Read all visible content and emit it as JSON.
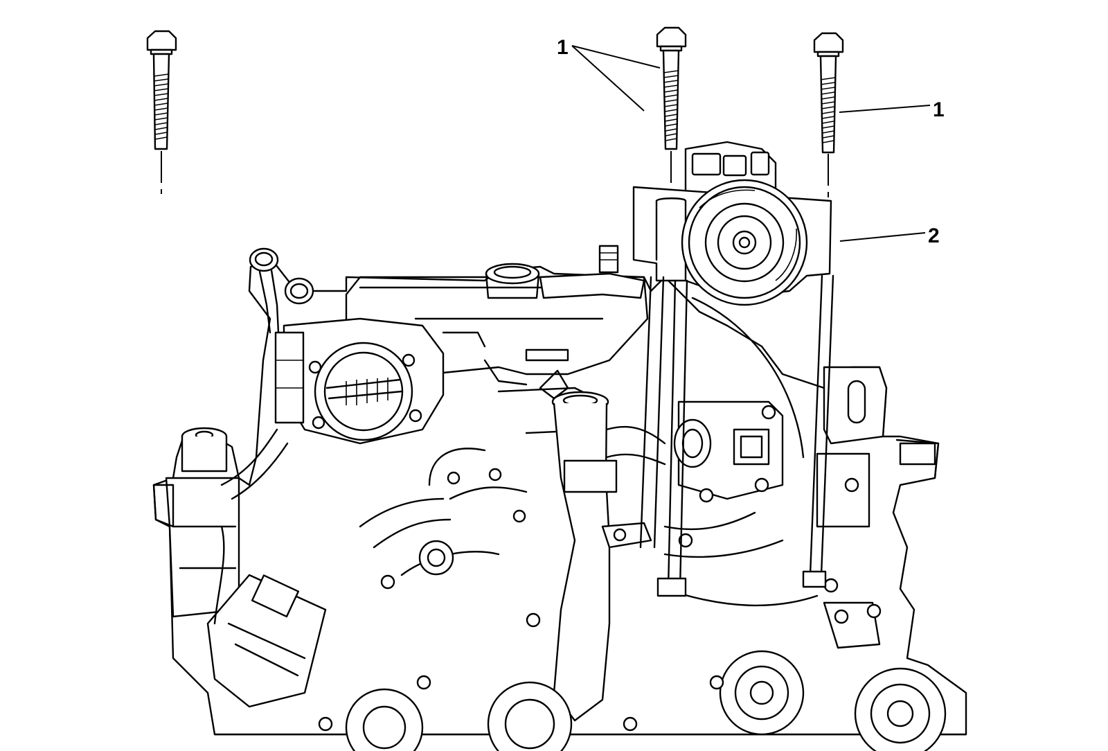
{
  "callouts": {
    "bolts_left": "1",
    "bolt_right": "1",
    "compressor": "2"
  }
}
